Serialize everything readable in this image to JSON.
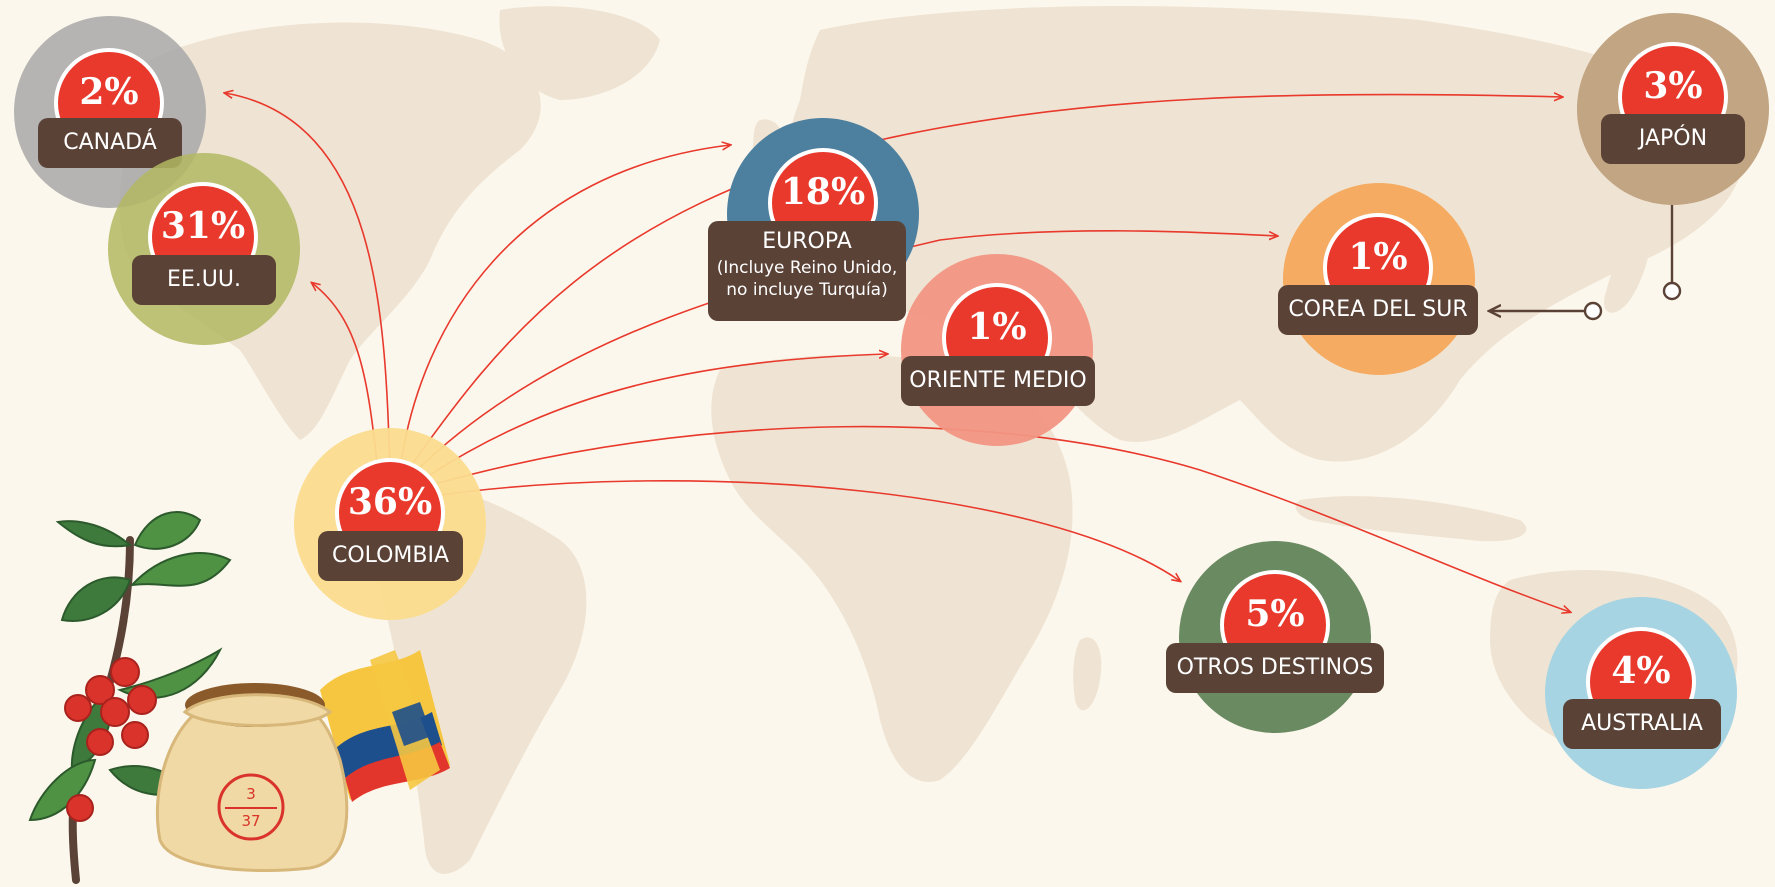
{
  "colors": {
    "background": "#fcf7ec",
    "land": "#efe4d3",
    "percent_badge": "#e8392c",
    "label_box": "#5a4237",
    "arrow": "#e8392c",
    "connector": "#5a4237"
  },
  "destinations": {
    "canada": {
      "percent": "2%",
      "label": "CANADÁ",
      "color": "#a8a8a8"
    },
    "usa": {
      "percent": "31%",
      "label": "EE.UU.",
      "color": "#b2b862"
    },
    "colombia": {
      "percent": "36%",
      "label": "COLOMBIA",
      "color": "#fbdc8e"
    },
    "europe": {
      "percent": "18%",
      "label": "EUROPA",
      "note_line1": "(Incluye Reino Unido,",
      "note_line2": "no incluye Turquía)",
      "color": "#4d7f9f"
    },
    "middle_east": {
      "percent": "1%",
      "label": "ORIENTE MEDIO",
      "color": "#f29583"
    },
    "south_korea": {
      "percent": "1%",
      "label": "COREA DEL SUR",
      "color": "#f5ab61"
    },
    "japan": {
      "percent": "3%",
      "label": "JAPÓN",
      "color": "#c2a583"
    },
    "other": {
      "percent": "5%",
      "label": "OTROS DESTINOS",
      "color": "#6a8a62"
    },
    "australia": {
      "percent": "4%",
      "label": "AUSTRALIA",
      "color": "#a7d4e3"
    }
  },
  "sack": {
    "top_number": "3",
    "bottom_number": "37"
  },
  "flag_colors": [
    "#f6c641",
    "#1d4f8c",
    "#e2352c"
  ]
}
